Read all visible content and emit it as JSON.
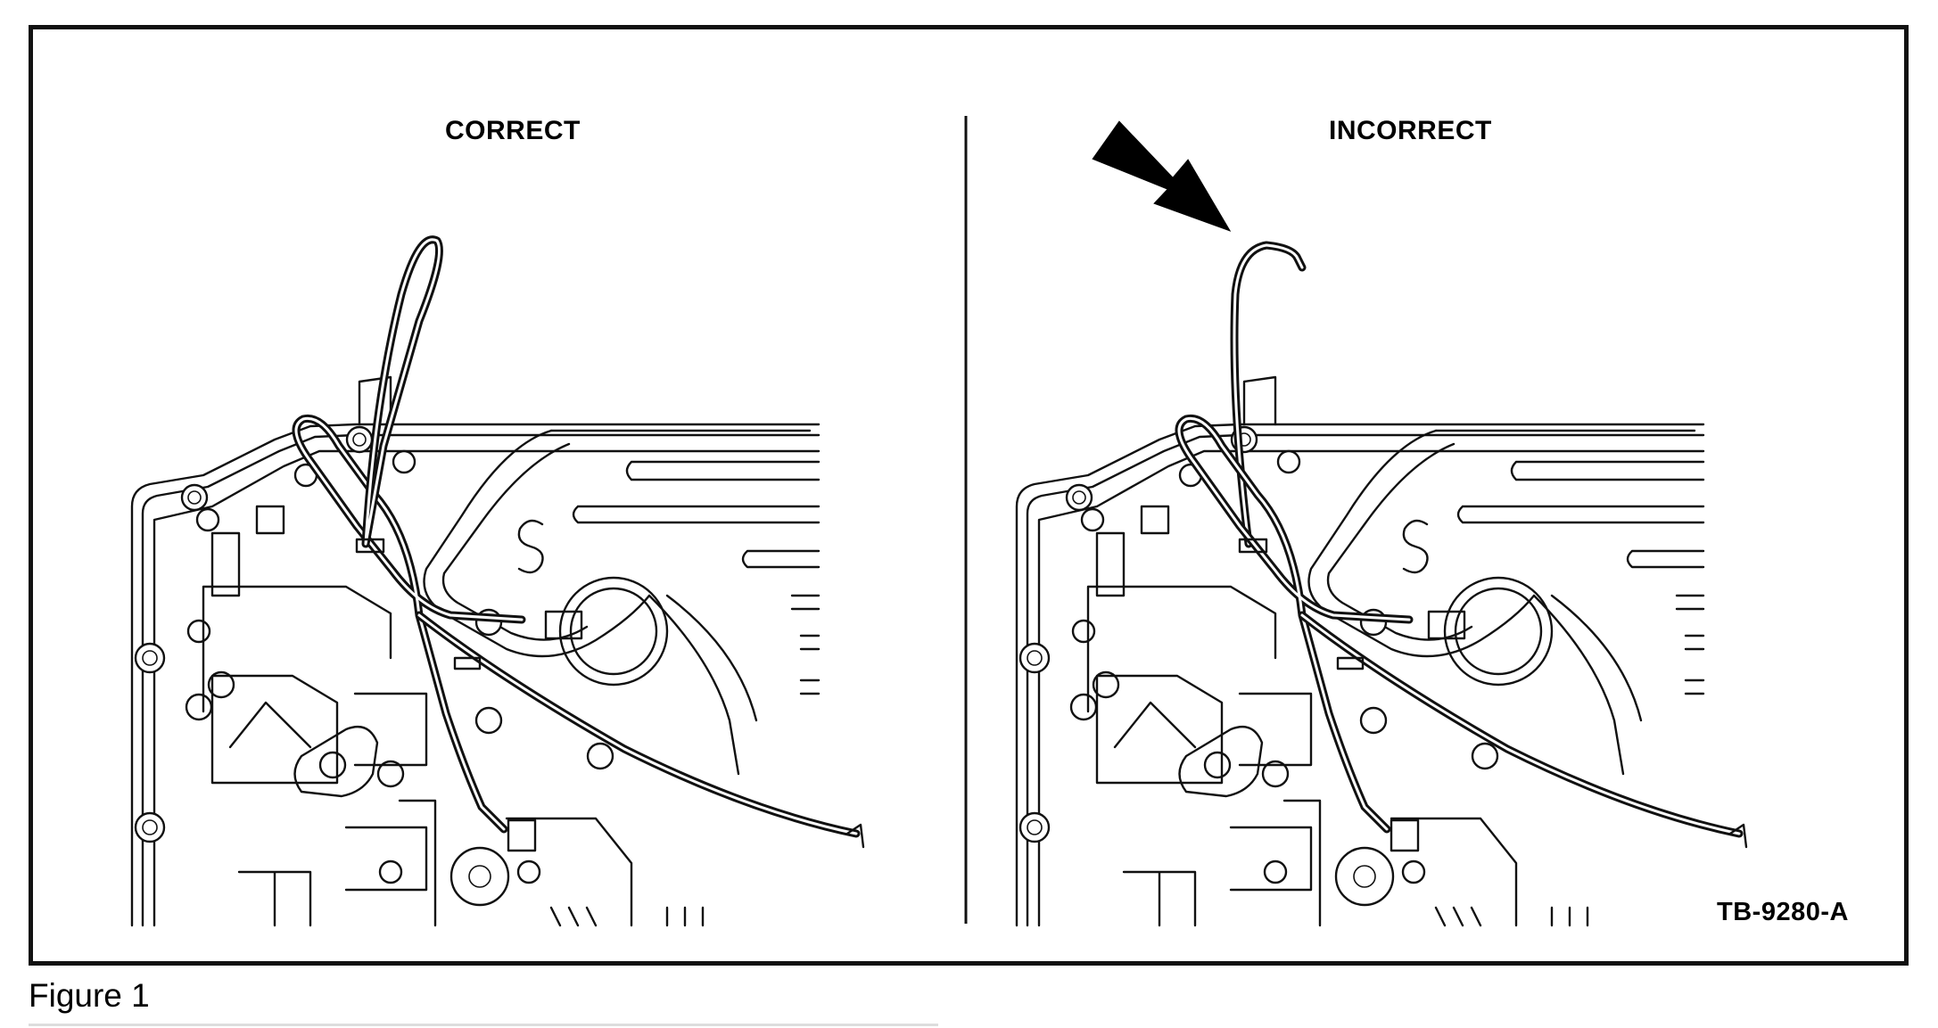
{
  "figure": {
    "label_correct": "CORRECT",
    "label_incorrect": "INCORRECT",
    "figure_id": "TB-9280-A",
    "caption": "Figure 1"
  },
  "panels": [
    {
      "name": "correct-panel",
      "harness_routing": "correct"
    },
    {
      "name": "incorrect-panel",
      "harness_routing": "incorrect"
    }
  ],
  "icons": {
    "indicator": "arrow-icon"
  },
  "colors": {
    "line": "#111111",
    "background": "#ffffff"
  }
}
